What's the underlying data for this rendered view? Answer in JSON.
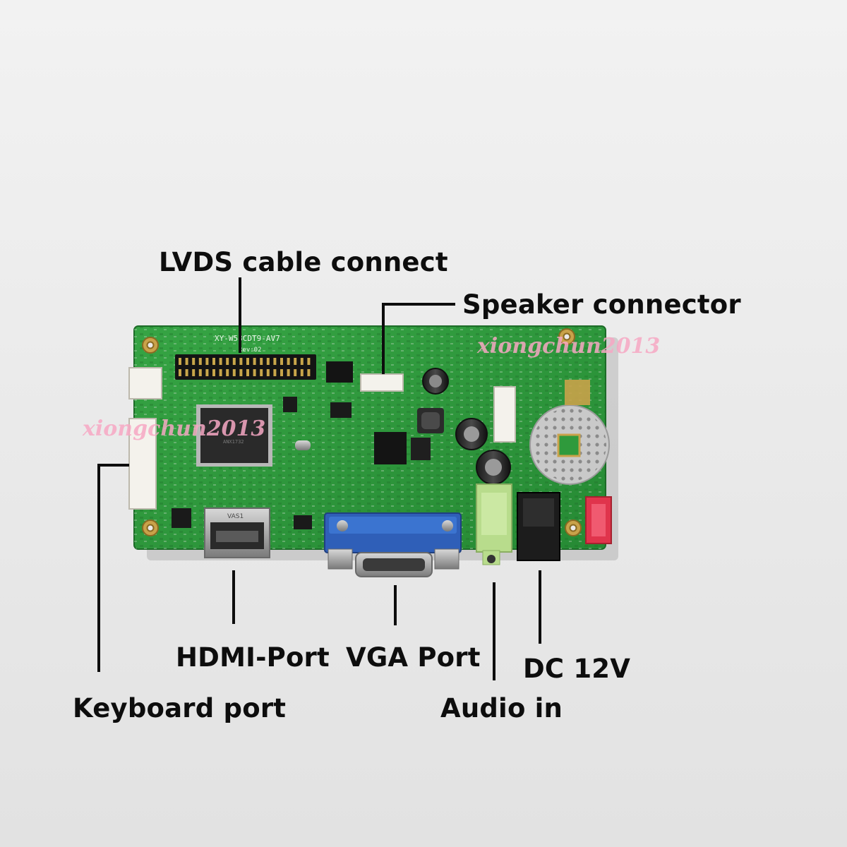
{
  "callouts": {
    "lvds": "LVDS cable connect",
    "speaker": "Speaker connector",
    "hdmi": "HDMI-Port",
    "vga": "VGA Port",
    "dc": "DC 12V",
    "keyboard": "Keyboard port",
    "audio": "Audio in"
  },
  "board": {
    "model": "XY-W58CDT9-AV7",
    "rev": "Rev:02",
    "hdmi_chip_label": "VAS1"
  },
  "watermark": "xiongchun2013",
  "colors": {
    "pcb": "#2f9a3c",
    "vga_connector": "#2f5fb8",
    "audio_jack": "#b8dc8c",
    "dc_jack": "#1c1c1c",
    "red_connector": "#e0344c",
    "watermark": "#f7a8c4"
  }
}
